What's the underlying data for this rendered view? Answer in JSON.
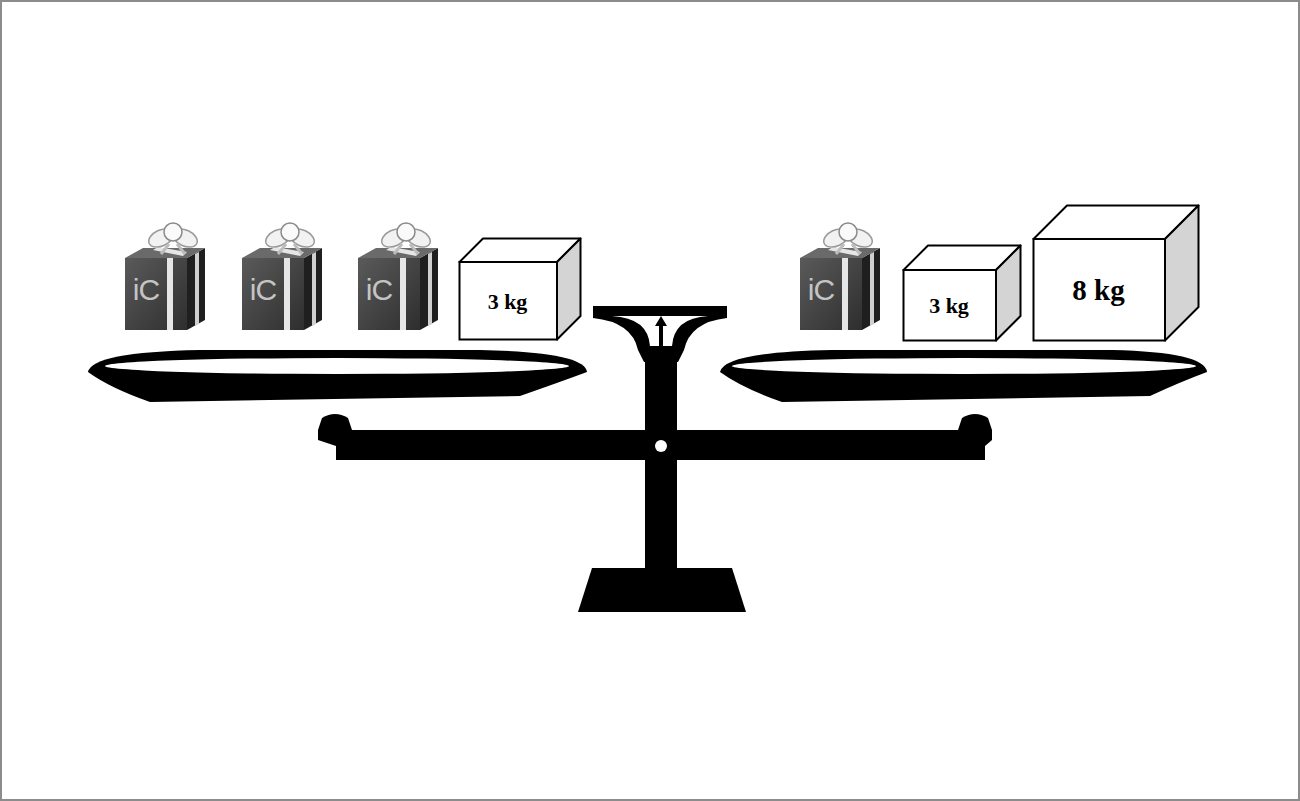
{
  "diagram": {
    "nodes": [
      {
        "text": [
          "3 kg"
        ]
      },
      {
        "text": [
          "3 kg"
        ]
      },
      {
        "text": [
          "8 kg"
        ]
      }
    ],
    "labels": [
      "iC",
      "iC",
      "iC",
      "iC"
    ]
  }
}
